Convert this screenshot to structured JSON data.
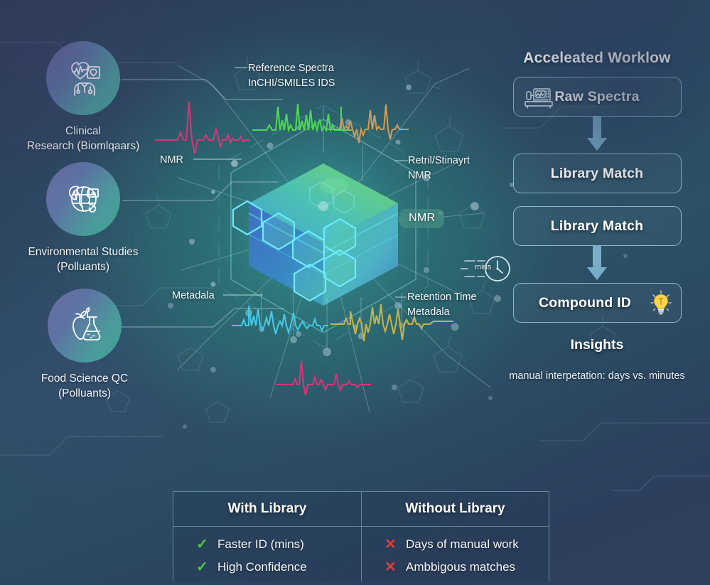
{
  "theme": {
    "bg_top": "#2c3a55",
    "bg_center_teal": "#2e827e",
    "accent_line": "#9fc4cf",
    "check_green": "#4ec44e",
    "cross_red": "#e03b33",
    "circle_gradient_from": "#6a6a9f",
    "circle_gradient_to": "#3fa394",
    "pill_bg": "#468c82",
    "arrow_blue": "#7fb4cf"
  },
  "sources": [
    {
      "id": "clinical",
      "icon": "doctor-heart-icon",
      "label_line1": "Clinical",
      "label_line2": "Research (Biomlqaars)"
    },
    {
      "id": "environmental",
      "icon": "globe-leaf-icon",
      "label_line1": "Environmental Studies",
      "label_line2": "(Polluants)"
    },
    {
      "id": "food",
      "icon": "apple-flask-icon",
      "label_line1": "Food Science QC",
      "label_line2": "(Polluants)"
    }
  ],
  "annotations": {
    "reference_spectra": "Reference Spectra\nInCHI/SMILES IDS",
    "nmr_left": "NMR",
    "retention_nmr": "Retril/Stinayrt\nNMR",
    "nmr_pill": "NMR",
    "metadata_left": "Metadala",
    "retention_time": "Retention Time\nMetadala"
  },
  "spectra": [
    {
      "name": "nmr-trace-pink-top",
      "color": "#d6357b"
    },
    {
      "name": "nmr-trace-green",
      "color": "#4bd84f"
    },
    {
      "name": "nmr-trace-orange",
      "color": "#d09a58"
    },
    {
      "name": "nmr-trace-cyan",
      "color": "#47c6e3"
    },
    {
      "name": "nmr-trace-olive",
      "color": "#c2b34f"
    },
    {
      "name": "nmr-trace-pink-bottom",
      "color": "#d6357b"
    }
  ],
  "workflow": {
    "title": "Acceleated Worklow",
    "mins_label": "mins",
    "steps": [
      {
        "id": "raw-spectra",
        "label": "Raw Spectra",
        "icon": "spectrometer-icon"
      },
      {
        "id": "library-match-1",
        "label": "Library Match",
        "icon": "clock-icon"
      },
      {
        "id": "library-match-2",
        "label": "Library Match",
        "icon": ""
      },
      {
        "id": "compound-id",
        "label": "Compound ID",
        "icon": "lightbulb-icon"
      }
    ],
    "footer": "Insights",
    "note": "manual interpetation: days vs. minutes"
  },
  "comparison": {
    "headers": [
      "With Library",
      "Without Library"
    ],
    "with_library": [
      {
        "mark": "✓",
        "text": "Faster ID (mins)"
      },
      {
        "mark": "✓",
        "text": "High Confidence"
      }
    ],
    "without_library": [
      {
        "mark": "✕",
        "text": "Days of manual work"
      },
      {
        "mark": "✕",
        "text": "Ambbigous matches"
      }
    ]
  }
}
